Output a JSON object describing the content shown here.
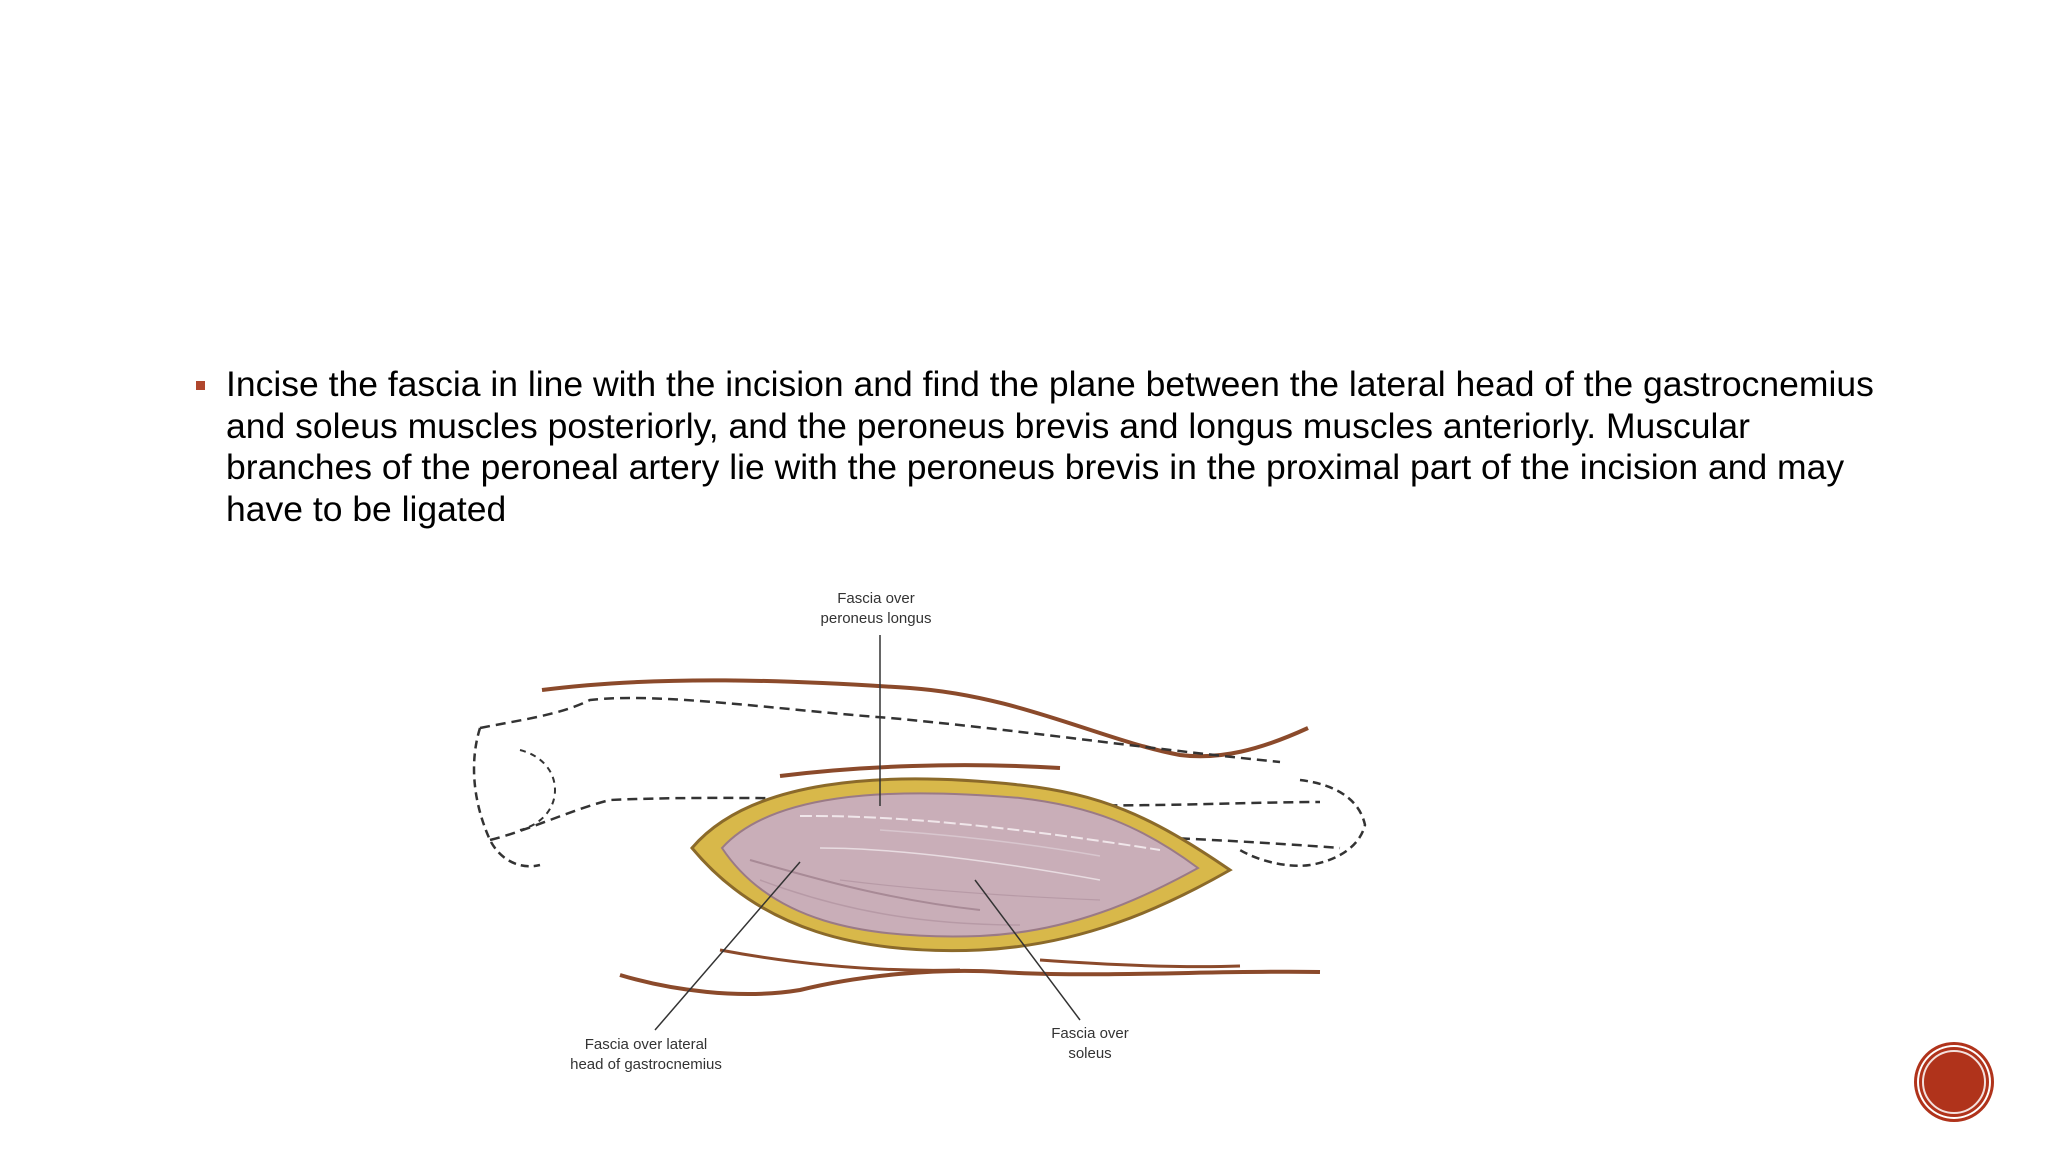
{
  "slide": {
    "bullets": [
      "Incise the fascia in line with the incision and find the plane between the lateral head of the gastrocnemius and soleus muscles posteriorly, and the peroneus brevis and longus muscles anteriorly. Muscular branches of the peroneal artery lie with the peroneus brevis in the proximal part of the incision and may have to be ligated"
    ],
    "bullet_color": "#b0472d"
  },
  "figure": {
    "labels": {
      "peroneus_longus_1": "Fascia over",
      "peroneus_longus_2": "peroneus longus",
      "gastrocnemius_1": "Fascia over lateral",
      "gastrocnemius_2": "head of gastrocnemius",
      "soleus_1": "Fascia over",
      "soleus_2": "soleus"
    }
  },
  "nav": {
    "button_color": "#b0331b"
  }
}
